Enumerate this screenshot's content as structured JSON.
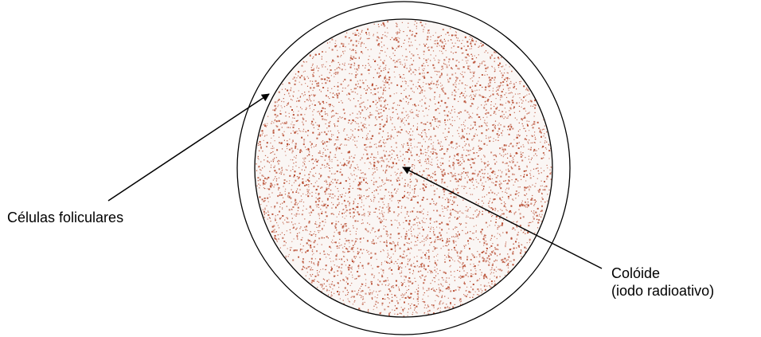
{
  "labels": {
    "follicular_cells": "Células foliculares",
    "colloid_line1": "Colóide",
    "colloid_line2": "(iodo radioativo)"
  },
  "colors": {
    "outline": "#000000",
    "colloid_fill": "#faf6f4",
    "radioactive_dots": "#b5462a",
    "background": "#ffffff"
  }
}
